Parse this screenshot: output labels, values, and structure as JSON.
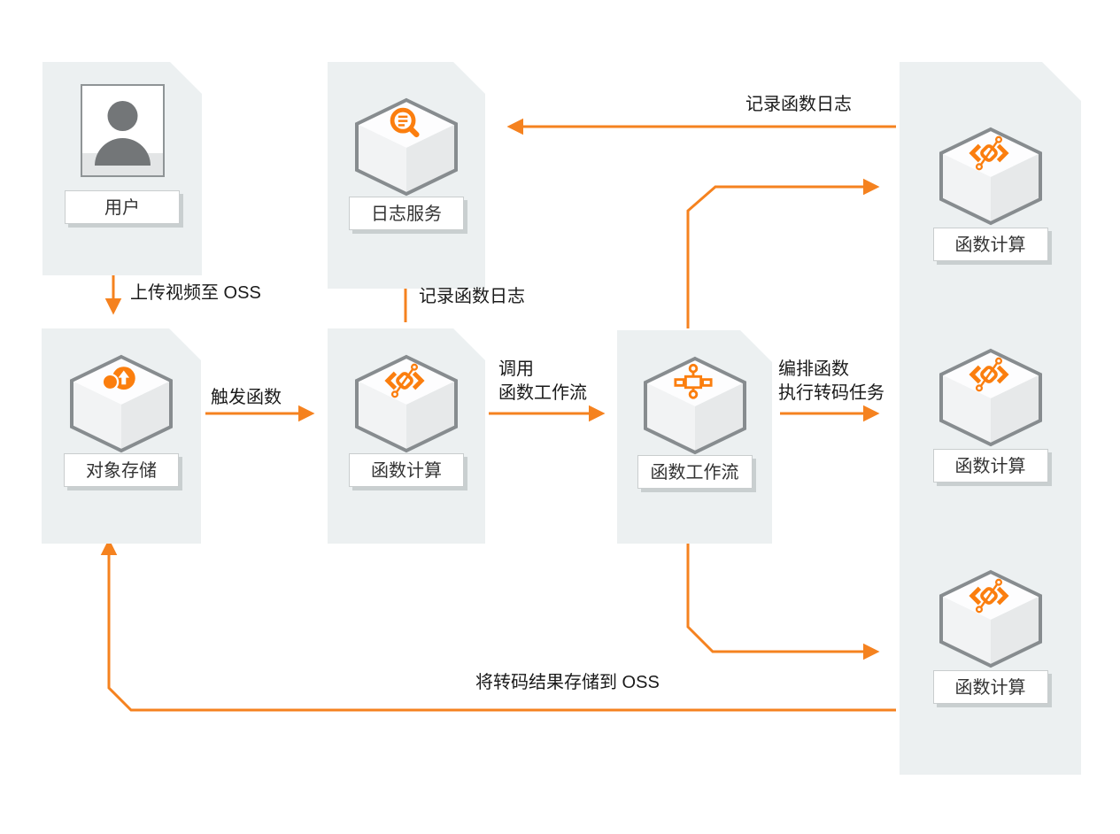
{
  "colors": {
    "accent_orange": "#F5821F",
    "icon_orange": "#FB7E0E",
    "panel_background": "#ECF0F1",
    "node_border": "#878C8F",
    "label_text": "#333333"
  },
  "nodes": {
    "user": {
      "label": "用户",
      "icon": "user-icon"
    },
    "object_storage": {
      "label": "对象存储",
      "icon": "oss-cloud-upload-icon"
    },
    "log_service": {
      "label": "日志服务",
      "icon": "log-search-icon"
    },
    "function_compute": {
      "label": "函数计算",
      "icon": "function-compute-icon"
    },
    "function_workflow": {
      "label": "函数工作流",
      "icon": "workflow-icon"
    },
    "right_workers": [
      {
        "label": "函数计算",
        "icon": "function-compute-icon"
      },
      {
        "label": "函数计算",
        "icon": "function-compute-icon"
      },
      {
        "label": "函数计算",
        "icon": "function-compute-icon"
      }
    ]
  },
  "edges": {
    "upload_video": {
      "label": "上传视频至 OSS"
    },
    "trigger_function": {
      "label": "触发函数"
    },
    "record_logs_mid": {
      "label": "记录函数日志"
    },
    "invoke_workflow": {
      "lines": [
        "调用",
        "函数工作流"
      ]
    },
    "orchestrate": {
      "lines": [
        "编排函数",
        "执行转码任务"
      ]
    },
    "record_logs_top": {
      "label": "记录函数日志"
    },
    "store_result": {
      "label": "将转码结果存储到 OSS"
    }
  }
}
